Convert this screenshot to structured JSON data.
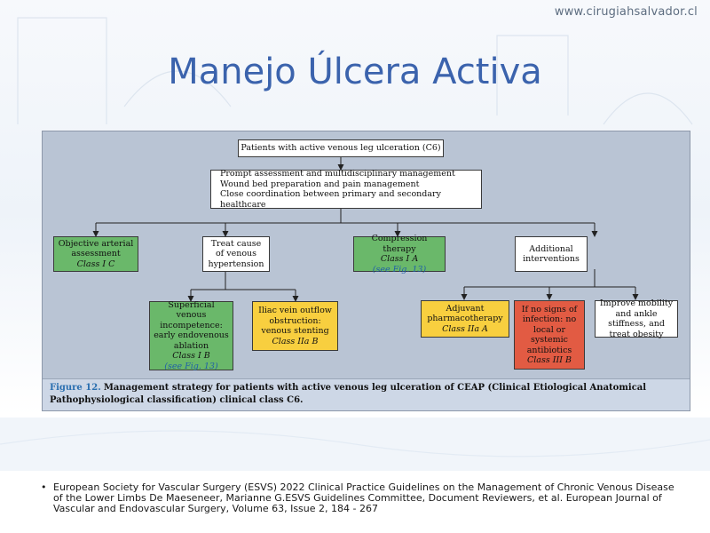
{
  "site_url": "www.cirugiahsalvador.cl",
  "slide_title": "Manejo Úlcera Activa",
  "diagram": {
    "root": "Patients with active venous leg ulceration (C6)",
    "assessment": [
      "Prompt assessment and multidisciplinary management",
      "Wound bed preparation and pain management",
      "Close coordination between primary and secondary healthcare"
    ],
    "arterial": {
      "text": "Objective arterial assessment",
      "class": "Class I C"
    },
    "treat_cause": "Treat cause of venous hypertension",
    "compression": {
      "text": "Compression therapy",
      "class": "Class I A",
      "see": "(see Fig. 13)"
    },
    "additional": "Additional interventions",
    "superficial": {
      "text": "Superficial venous incompetence: early endovenous ablation",
      "class": "Class I B",
      "see": "(see Fig. 13)"
    },
    "iliac": {
      "text": "Iliac vein outflow obstruction: venous stenting",
      "class": "Class IIa B"
    },
    "adjuvant": {
      "text": "Adjuvant pharmacotherapy",
      "class": "Class IIa A"
    },
    "infection": {
      "text": "If no signs of infection: no local or systemic antibiotics",
      "class": "Class III B"
    },
    "mobility": "Improve mobility and ankle stiffness, and treat obesity",
    "colors": {
      "green": "#6ab86a",
      "yellow": "#f8cf3f",
      "red": "#e25b43",
      "white": "#ffffff"
    }
  },
  "caption": {
    "label": "Figure 12.",
    "text": "Management strategy for patients with active venous leg ulceration of CEAP (Clinical Etiological Anatomical Pathophysiological classification) clinical class C6."
  },
  "footnote": "European Society for Vascular Surgery (ESVS) 2022 Clinical Practice Guidelines on the Management of Chronic Venous Disease of the Lower Limbs De Maeseneer, Marianne G.ESVS Guidelines Committee, Document Reviewers, et al. European Journal of Vascular and Endovascular Surgery, Volume 63, Issue 2, 184 - 267"
}
